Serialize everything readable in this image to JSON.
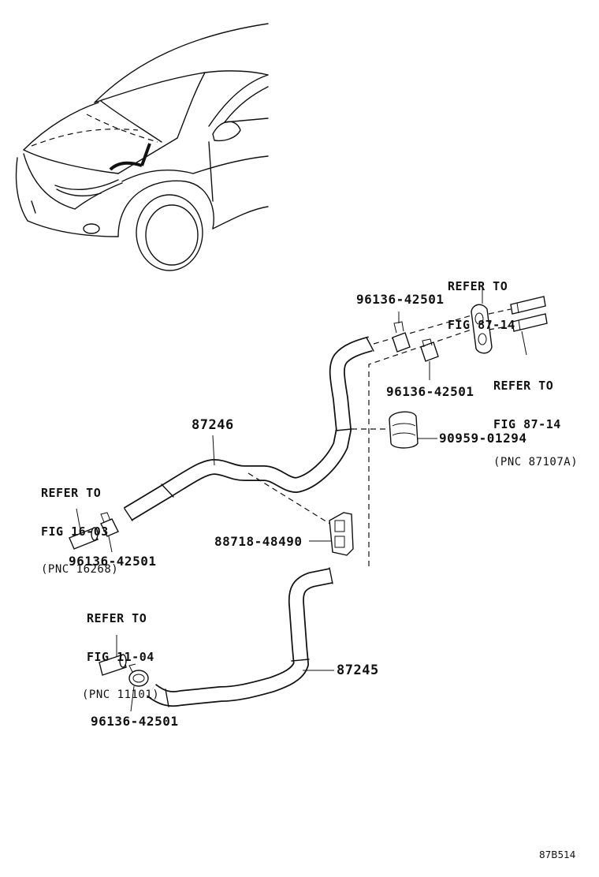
{
  "labels": {
    "hose_upper": "87246",
    "hose_lower": "87245",
    "clamp_top_1": "96136-42501",
    "clamp_top_2": "96136-42501",
    "clamp_left": "96136-42501",
    "clamp_bottom": "96136-42501",
    "clamp_valve": "90959-01294",
    "bracket": "88718-48490"
  },
  "refs": {
    "top_right_upper": {
      "line1": "REFER TO",
      "line2": "FIG 87-14"
    },
    "top_right_lower": {
      "line1": "REFER TO",
      "line2": "FIG 87-14",
      "line3": "(PNC 87107A)"
    },
    "left": {
      "line1": "REFER TO",
      "line2": "FIG 16-03",
      "line3": "(PNC 16268)"
    },
    "bottom_left": {
      "line1": "REFER TO",
      "line2": "FIG 11-04",
      "line3": "(PNC 11101)"
    }
  },
  "diagram_code": "87B514"
}
